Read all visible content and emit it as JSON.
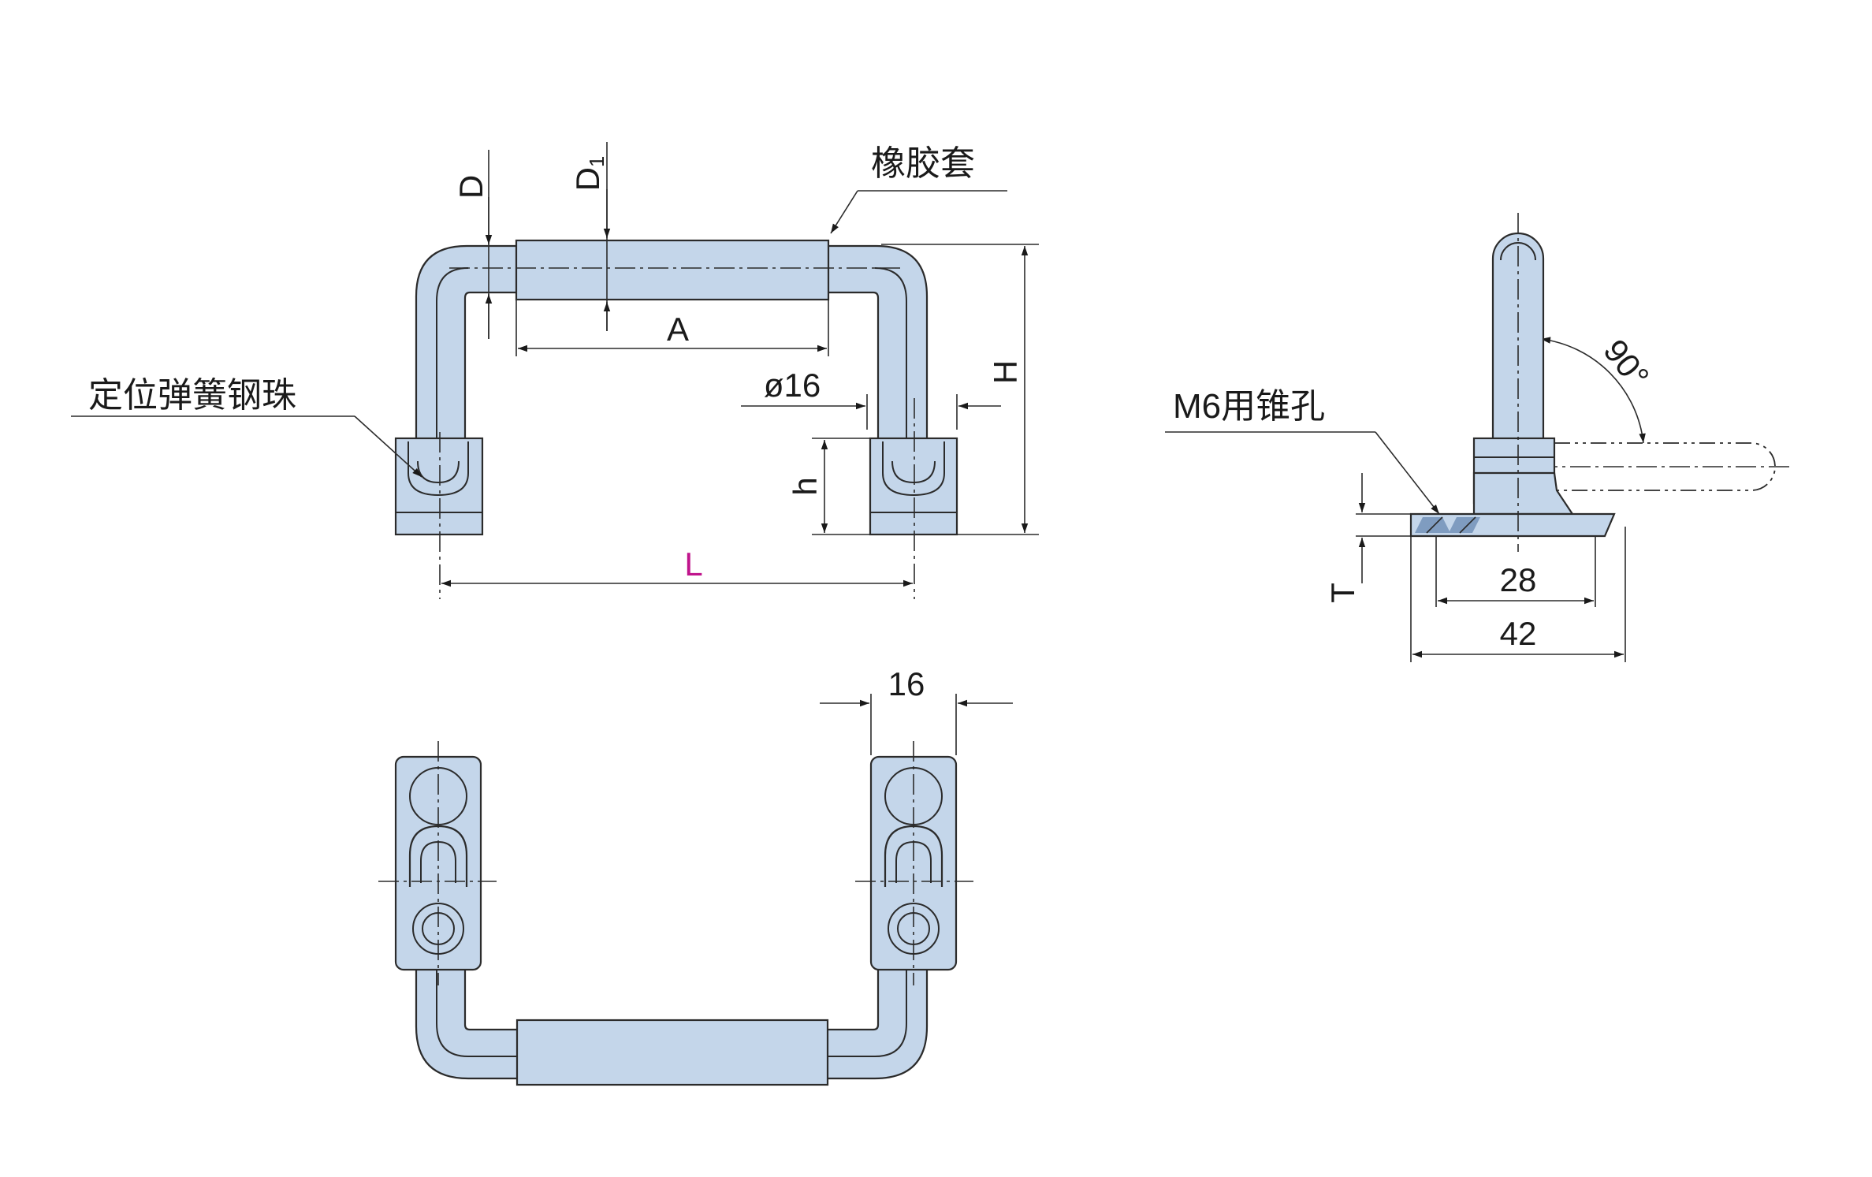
{
  "labels": {
    "rubber_sleeve": "橡胶套",
    "spring_ball": "定位弹簧钢珠",
    "m6_countersink": "M6用锥孔"
  },
  "dimensions": {
    "D": "D",
    "D1": "D",
    "D1_sub": "1",
    "A": "A",
    "phi16": "ø16",
    "H": "H",
    "h": "h",
    "L": "L",
    "top16": "16",
    "angle": "90°",
    "T": "T",
    "w28": "28",
    "w42": "42"
  },
  "colors": {
    "part_fill": "#c4d6ea",
    "outline": "#2b2b2b",
    "L_label": "#c0148c"
  }
}
